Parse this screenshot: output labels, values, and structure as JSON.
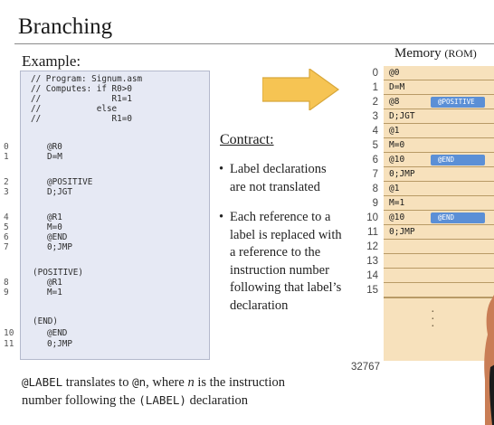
{
  "slide": {
    "title": "Branching",
    "example_label": "Example:"
  },
  "code": {
    "comments": [
      "// Program: Signum.asm",
      "// Computes: if R0>0",
      "//              R1=1",
      "//           else",
      "//              R1=0"
    ],
    "lines": [
      {
        "ln": "0",
        "text": "@R0"
      },
      {
        "ln": "1",
        "text": "D=M"
      },
      {
        "ln": "2",
        "text": "@POSITIVE"
      },
      {
        "ln": "3",
        "text": "D;JGT"
      },
      {
        "ln": "4",
        "text": "@R1"
      },
      {
        "ln": "5",
        "text": "M=0"
      },
      {
        "ln": "6",
        "text": "@END"
      },
      {
        "ln": "7",
        "text": "0;JMP"
      },
      {
        "ln": "",
        "text": "(POSITIVE)"
      },
      {
        "ln": "8",
        "text": "@R1"
      },
      {
        "ln": "9",
        "text": "M=1"
      },
      {
        "ln": "",
        "text": "(END)"
      },
      {
        "ln": "10",
        "text": "@END"
      },
      {
        "ln": "11",
        "text": "0;JMP"
      }
    ]
  },
  "contract": {
    "title": "Contract:",
    "bullets": [
      [
        "Label declarations",
        "are not translated"
      ],
      [
        "Each reference to a",
        "label is replaced with",
        "a reference to the",
        "instruction number",
        "following  that label’s",
        "declaration"
      ]
    ]
  },
  "memory": {
    "title": "Memory",
    "subtitle": "(ROM)",
    "rows": [
      {
        "idx": "0",
        "instr": "@0",
        "badge": ""
      },
      {
        "idx": "1",
        "instr": "D=M",
        "badge": ""
      },
      {
        "idx": "2",
        "instr": "@8",
        "badge": "@POSITIVE"
      },
      {
        "idx": "3",
        "instr": "D;JGT",
        "badge": ""
      },
      {
        "idx": "4",
        "instr": "@1",
        "badge": ""
      },
      {
        "idx": "5",
        "instr": "M=0",
        "badge": ""
      },
      {
        "idx": "6",
        "instr": "@10",
        "badge": "@END"
      },
      {
        "idx": "7",
        "instr": "0;JMP",
        "badge": ""
      },
      {
        "idx": "8",
        "instr": "@1",
        "badge": ""
      },
      {
        "idx": "9",
        "instr": "M=1",
        "badge": ""
      },
      {
        "idx": "10",
        "instr": "@10",
        "badge": "@END"
      },
      {
        "idx": "11",
        "instr": "0;JMP",
        "badge": ""
      },
      {
        "idx": "12",
        "instr": "",
        "badge": ""
      },
      {
        "idx": "13",
        "instr": "",
        "badge": ""
      },
      {
        "idx": "14",
        "instr": "",
        "badge": ""
      },
      {
        "idx": "15",
        "instr": "",
        "badge": ""
      }
    ],
    "last_index": "32767"
  },
  "footnote": {
    "line1_code1": "@LABEL",
    "line1_text1": " translates to ",
    "line1_code2": "@n",
    "line1_text2": ", where ",
    "line1_italic": "n",
    "line1_text3": " is the instruction",
    "line2_text1": "number following the ",
    "line2_code": "(LABEL)",
    "line2_text2": " declaration"
  },
  "colors": {
    "code_bg": "#e6e9f4",
    "memory_bg": "#f7e1bc",
    "badge": "#5b8fd6",
    "arrow": "#f6c453"
  }
}
